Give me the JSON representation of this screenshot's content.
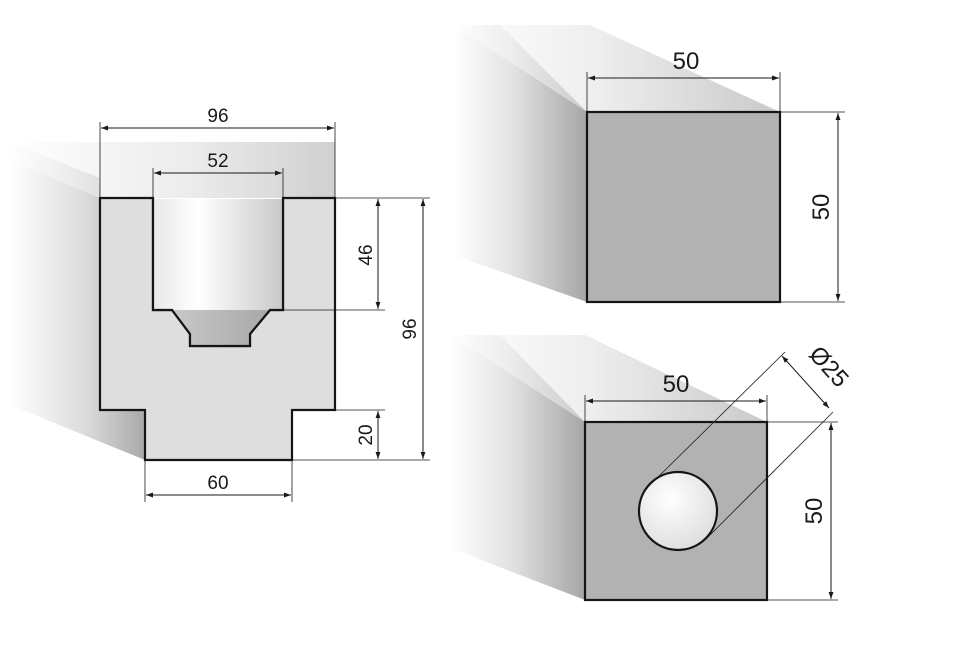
{
  "colors": {
    "section_face": "#dedede",
    "square_face": "#b2b2b2",
    "hole_fill": "#f2f2f2",
    "outline": "#151515",
    "background": "#ffffff"
  },
  "profile": {
    "top_width_label": "96",
    "slot_width_label": "52",
    "slot_depth_label": "46",
    "total_height_label": "96",
    "foot_height_label": "20",
    "foot_width_label": "60"
  },
  "square_bar": {
    "width_label": "50",
    "height_label": "50"
  },
  "tube_bar": {
    "width_label": "50",
    "height_label": "50",
    "hole_diameter_label": "Ø25"
  }
}
